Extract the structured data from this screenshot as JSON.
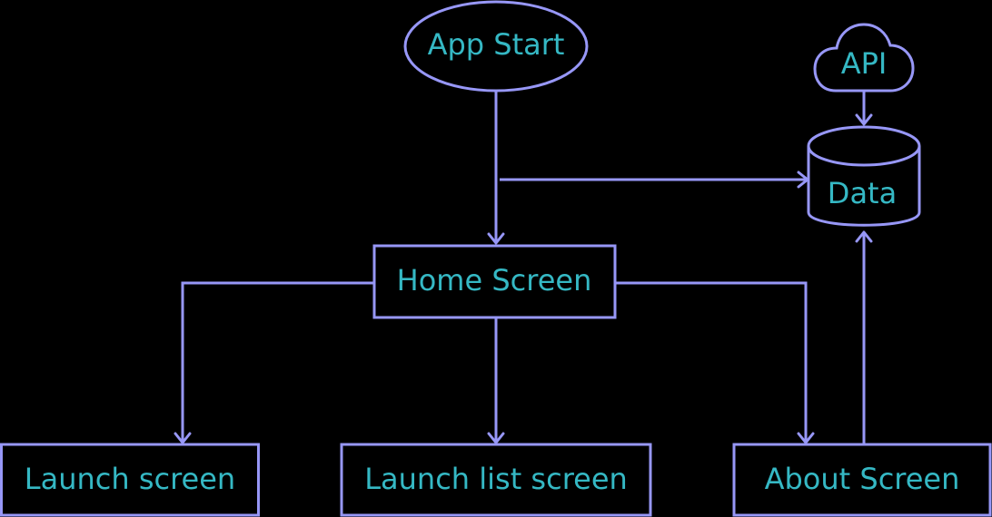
{
  "colors": {
    "background": "#000000",
    "stroke": "#9797f7",
    "text": "#35b8c4"
  },
  "nodes": {
    "app_start": {
      "label": "App Start",
      "shape": "ellipse"
    },
    "api": {
      "label": "API",
      "shape": "cloud"
    },
    "data": {
      "label": "Data",
      "shape": "cylinder"
    },
    "home_screen": {
      "label": "Home Screen",
      "shape": "rectangle"
    },
    "launch_screen": {
      "label": "Launch screen",
      "shape": "rectangle"
    },
    "launch_list_screen": {
      "label": "Launch list screen",
      "shape": "rectangle"
    },
    "about_screen": {
      "label": "About Screen",
      "shape": "rectangle"
    }
  },
  "edges": [
    {
      "from": "app_start",
      "to": "home_screen"
    },
    {
      "from": "app_start",
      "to": "data"
    },
    {
      "from": "api",
      "to": "data"
    },
    {
      "from": "home_screen",
      "to": "launch_screen"
    },
    {
      "from": "home_screen",
      "to": "launch_list_screen"
    },
    {
      "from": "home_screen",
      "to": "about_screen"
    },
    {
      "from": "about_screen",
      "to": "data"
    }
  ]
}
